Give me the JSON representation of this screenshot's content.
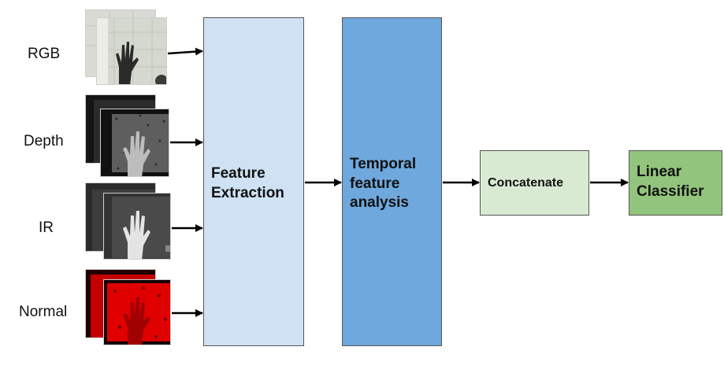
{
  "modalities": [
    {
      "label": "RGB",
      "icon": "rgb-hand-frames"
    },
    {
      "label": "Depth",
      "icon": "depth-hand-frames"
    },
    {
      "label": "IR",
      "icon": "ir-hand-frames"
    },
    {
      "label": "Normal",
      "icon": "normal-hand-frames"
    }
  ],
  "blocks": {
    "feature_extraction": {
      "line1": "Feature",
      "line2": "Extraction",
      "color": "#cfe2f3"
    },
    "temporal": {
      "line1": "Temporal",
      "line2": "feature",
      "line3": "analysis",
      "color": "#6fa8dc"
    },
    "concatenate": {
      "label": "Concatenate",
      "color": "#d9ead3"
    },
    "linear_classifier": {
      "line1": "Linear",
      "line2": "Classifier",
      "color": "#93c47d"
    }
  }
}
